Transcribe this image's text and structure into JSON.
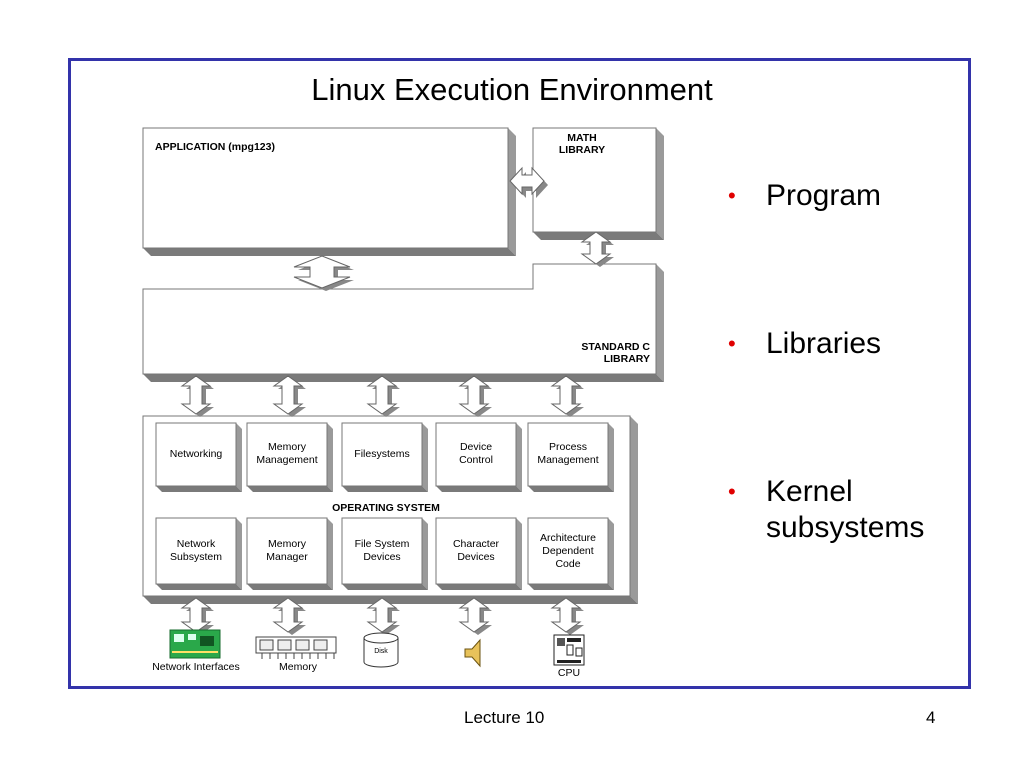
{
  "slide": {
    "title": "Linux Execution Environment",
    "footer_left": "Lecture 10",
    "page_number": "4",
    "border_color": "#3333aa",
    "bullet_color": "#e00000"
  },
  "diagram": {
    "application_label": "APPLICATION (mpg123)",
    "math_library_label": "MATH\nLIBRARY",
    "standard_c_label": "STANDARD C\nLIBRARY",
    "os_label": "OPERATING SYSTEM",
    "upper_row": [
      "Networking",
      "Memory\nManagement",
      "Filesystems",
      "Device\nControl",
      "Process\nManagement"
    ],
    "lower_row": [
      "Network\nSubsystem",
      "Memory\nManager",
      "File System\nDevices",
      "Character\nDevices",
      "Architecture\nDependent\nCode"
    ],
    "devices": {
      "network": "Network Interfaces",
      "memory": "Memory",
      "disk": "Disk",
      "cpu": "CPU"
    }
  },
  "bullets": [
    "Program",
    "Libraries",
    "Kernel subsystems"
  ]
}
